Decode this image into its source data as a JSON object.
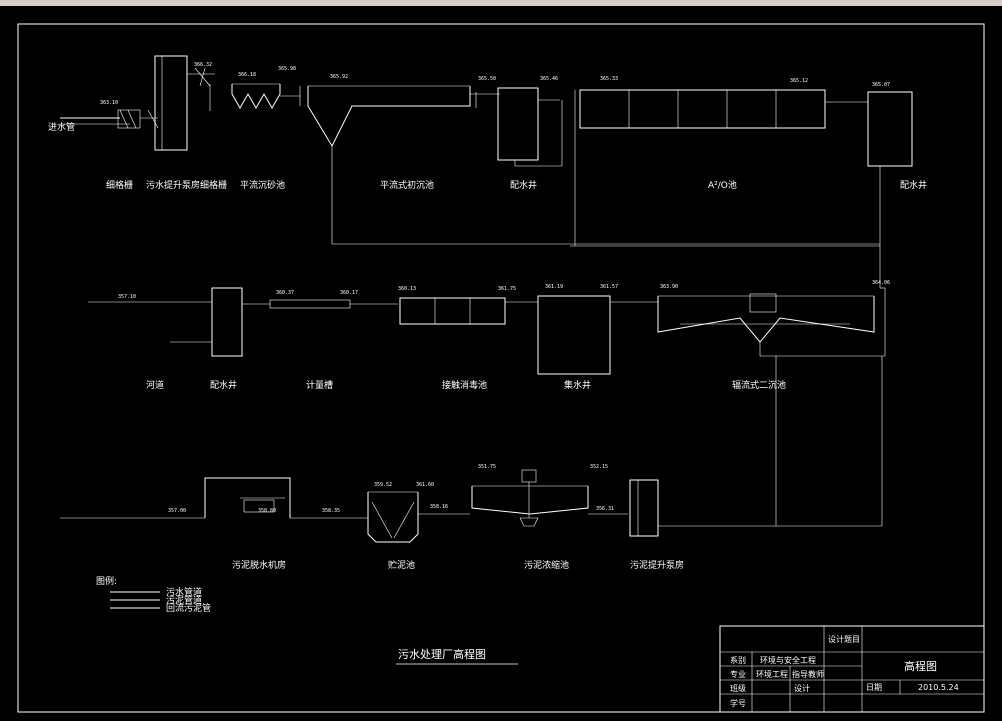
{
  "drawing_title": "污水处理厂高程图",
  "inlet_pipe": "进水管",
  "row1": [
    "细格栅",
    "污水提升泵房",
    "细格栅",
    "平流沉砂池",
    "平流式初沉池",
    "配水井",
    "A²/O池",
    "配水井"
  ],
  "row2": [
    "河道",
    "配水井",
    "计量槽",
    "接触消毒池",
    "集水井",
    "辐流式二沉池"
  ],
  "row3": [
    "污泥脱水机房",
    "贮泥池",
    "污泥浓缩池",
    "污泥提升泵房"
  ],
  "legend": {
    "title": "图例:",
    "items": [
      "污水管道",
      "污泥管道",
      "回流污泥管"
    ]
  },
  "title_block": {
    "design_label": "设计题目",
    "dept_label": "系别",
    "dept_value": "环境与安全工程",
    "major_label": "专业",
    "major_value": "环境工程",
    "instructor_label": "指导教师",
    "class_label": "班级",
    "design_by_label": "设计",
    "student_id_label": "学号",
    "drawing_name": "高程图",
    "date_label": "日期",
    "date_value": "2010.5.24"
  },
  "colors": {
    "background": "#000000",
    "lines": "#ffffff",
    "top_strip": "#d4d0c8"
  }
}
